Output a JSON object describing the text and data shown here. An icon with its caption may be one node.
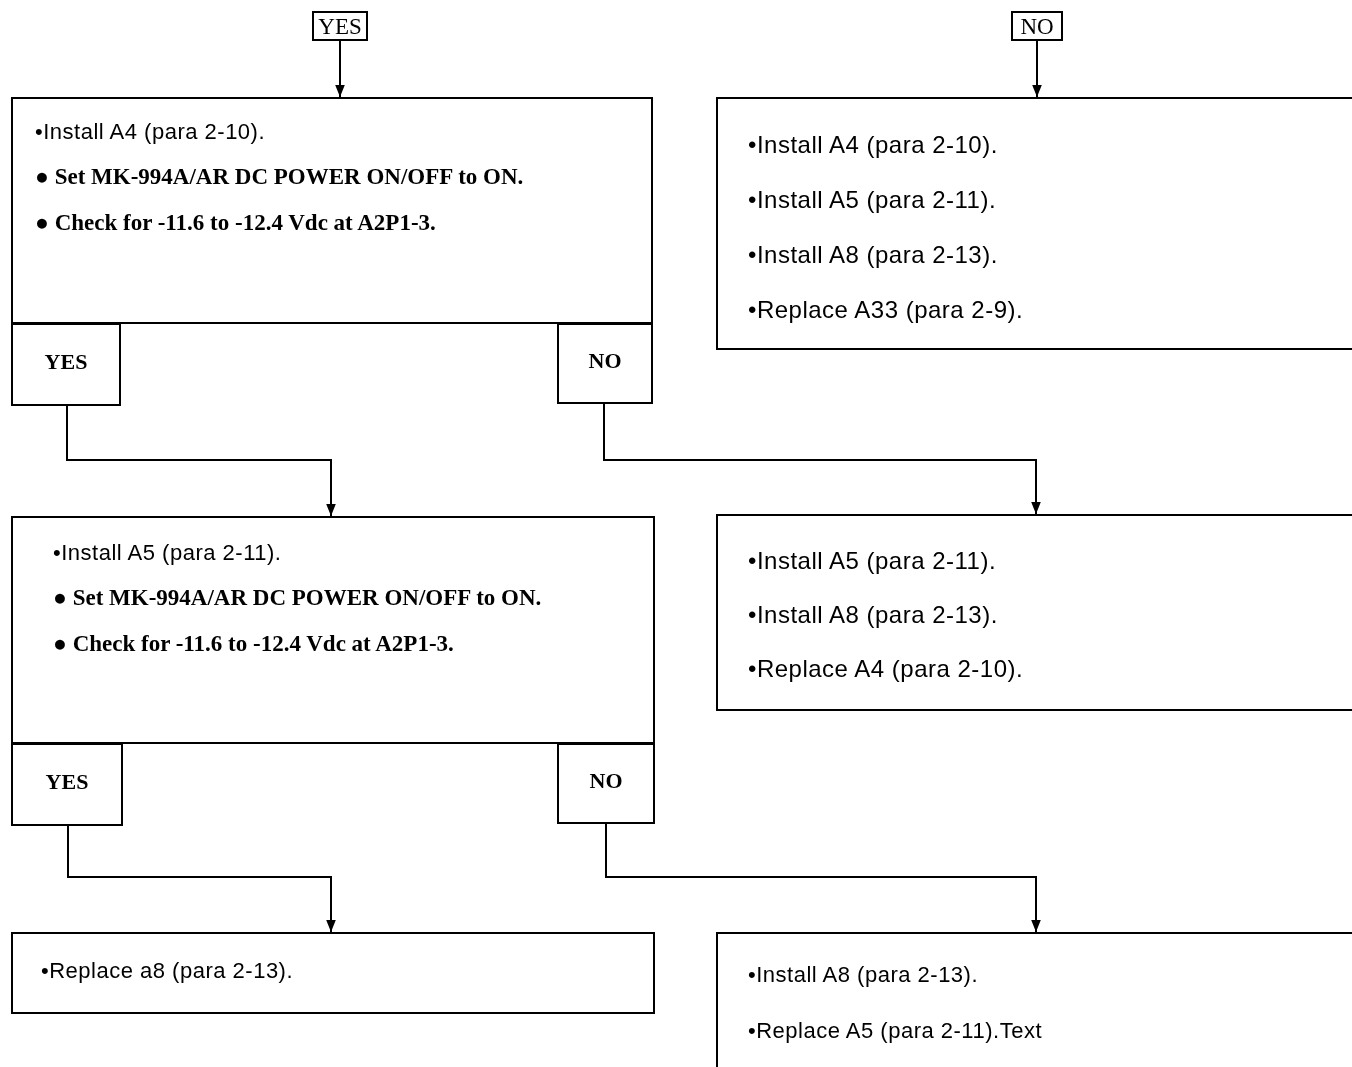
{
  "diagram": {
    "nodes": [
      {
        "text": [
          "YES"
        ]
      },
      {
        "text": [
          "NO"
        ]
      },
      {
        "text": [
          "•Install A4 (para 2-10).",
          "● Set MK-994A/AR DC POWER ON/OFF to ON.",
          "● Check for -11.6 to -12.4 Vdc at A2P1-3."
        ]
      },
      {
        "text": [
          "YES"
        ]
      },
      {
        "text": [
          "NO"
        ]
      },
      {
        "text": [
          "•Install A4 (para 2-10).",
          "•Install A5 (para 2-11).",
          "•Install A8 (para 2-13).",
          "•Replace A33 (para 2-9)."
        ]
      },
      {
        "text": [
          "•Install A5 (para 2-11).",
          "● Set MK-994A/AR DC POWER ON/OFF to ON.",
          "● Check for -11.6 to -12.4 Vdc at A2P1-3."
        ]
      },
      {
        "text": [
          "YES"
        ]
      },
      {
        "text": [
          "NO"
        ]
      },
      {
        "text": [
          "•Install A5 (para 2-11).",
          "•Install A8 (para 2-13).",
          "•Replace A4 (para 2-10)."
        ]
      },
      {
        "text": [
          "•Replace a8 (para 2-13)."
        ]
      },
      {
        "text": [
          "•Install A8 (para 2-13).",
          "•Replace A5 (para 2-11).Text"
        ]
      }
    ],
    "edges": [
      {
        "from": 0,
        "to": 2,
        "arrow": "to"
      },
      {
        "from": 1,
        "to": 5,
        "arrow": "to"
      },
      {
        "from": 3,
        "to": 6,
        "arrow": "to"
      },
      {
        "from": 4,
        "to": 9,
        "arrow": "to"
      },
      {
        "from": 7,
        "to": 10,
        "arrow": "to"
      },
      {
        "from": 8,
        "to": 11,
        "arrow": "to"
      }
    ]
  }
}
